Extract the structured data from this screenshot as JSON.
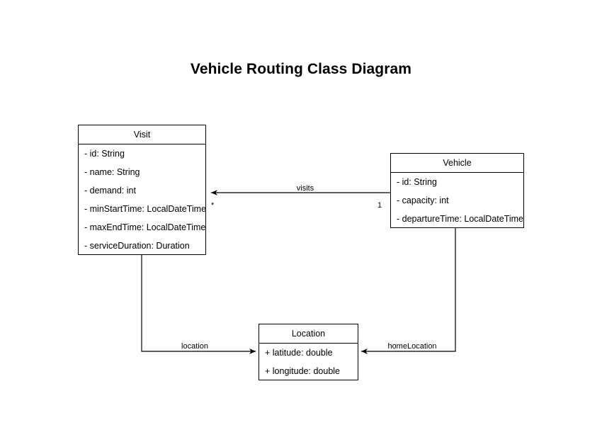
{
  "title": "Vehicle Routing Class Diagram",
  "colors": {
    "background": "#ffffff",
    "stroke": "#000000",
    "text": "#000000",
    "box_fill": "#ffffff"
  },
  "diagram": {
    "type": "uml-class-diagram",
    "classes": [
      {
        "id": "visit",
        "name": "Visit",
        "attributes": [
          "- id: String",
          "- name: String",
          "- demand: int",
          "- minStartTime: LocalDateTime",
          "- maxEndTime: LocalDateTime",
          "- serviceDuration: Duration"
        ]
      },
      {
        "id": "vehicle",
        "name": "Vehicle",
        "attributes": [
          "- id: String",
          "- capacity: int",
          "- departureTime: LocalDateTime"
        ]
      },
      {
        "id": "location",
        "name": "Location",
        "attributes": [
          "+ latitude: double",
          "+ longitude: double"
        ]
      }
    ],
    "relationships": [
      {
        "id": "vehicle-visits",
        "label": "visits",
        "from": "Vehicle",
        "to": "Visit",
        "source_multiplicity": "1",
        "target_multiplicity": "*",
        "arrow": "open-arrow-at-visit"
      },
      {
        "id": "visit-location",
        "label": "location",
        "from": "Visit",
        "to": "Location",
        "arrow": "open-arrow-at-location"
      },
      {
        "id": "vehicle-homelocation",
        "label": "homeLocation",
        "from": "Vehicle",
        "to": "Location",
        "arrow": "open-arrow-at-location"
      }
    ]
  }
}
